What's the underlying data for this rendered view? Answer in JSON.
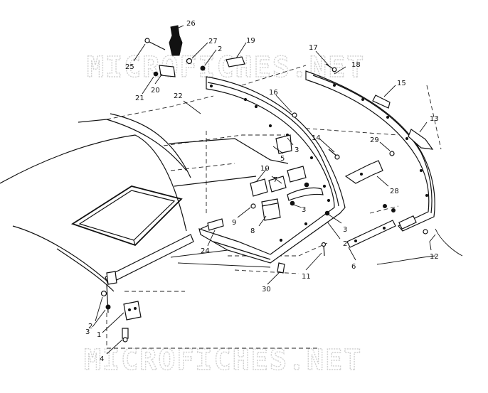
{
  "watermark": {
    "top": "MICROFICHES.NET",
    "bottom": "MICROFICHES.NET"
  },
  "callouts": {
    "c26": "26",
    "c27": "27",
    "c2a": "2",
    "c19": "19",
    "c25": "25",
    "c21": "21",
    "c20": "20",
    "c22": "22",
    "c17": "17",
    "c18": "18",
    "c15": "15",
    "c16": "16",
    "c13": "13",
    "c14": "14",
    "c29": "29",
    "c3a": "3",
    "c5": "5",
    "c10": "10",
    "c7": "7",
    "c28": "28",
    "c9": "9",
    "c8": "8",
    "c3b": "3",
    "c3c": "3",
    "c2b": "2",
    "c24": "24",
    "c6": "6",
    "c12": "12",
    "c11": "11",
    "c30": "30",
    "c2c": "2",
    "c3d": "3",
    "c1": "1",
    "c4": "4"
  }
}
